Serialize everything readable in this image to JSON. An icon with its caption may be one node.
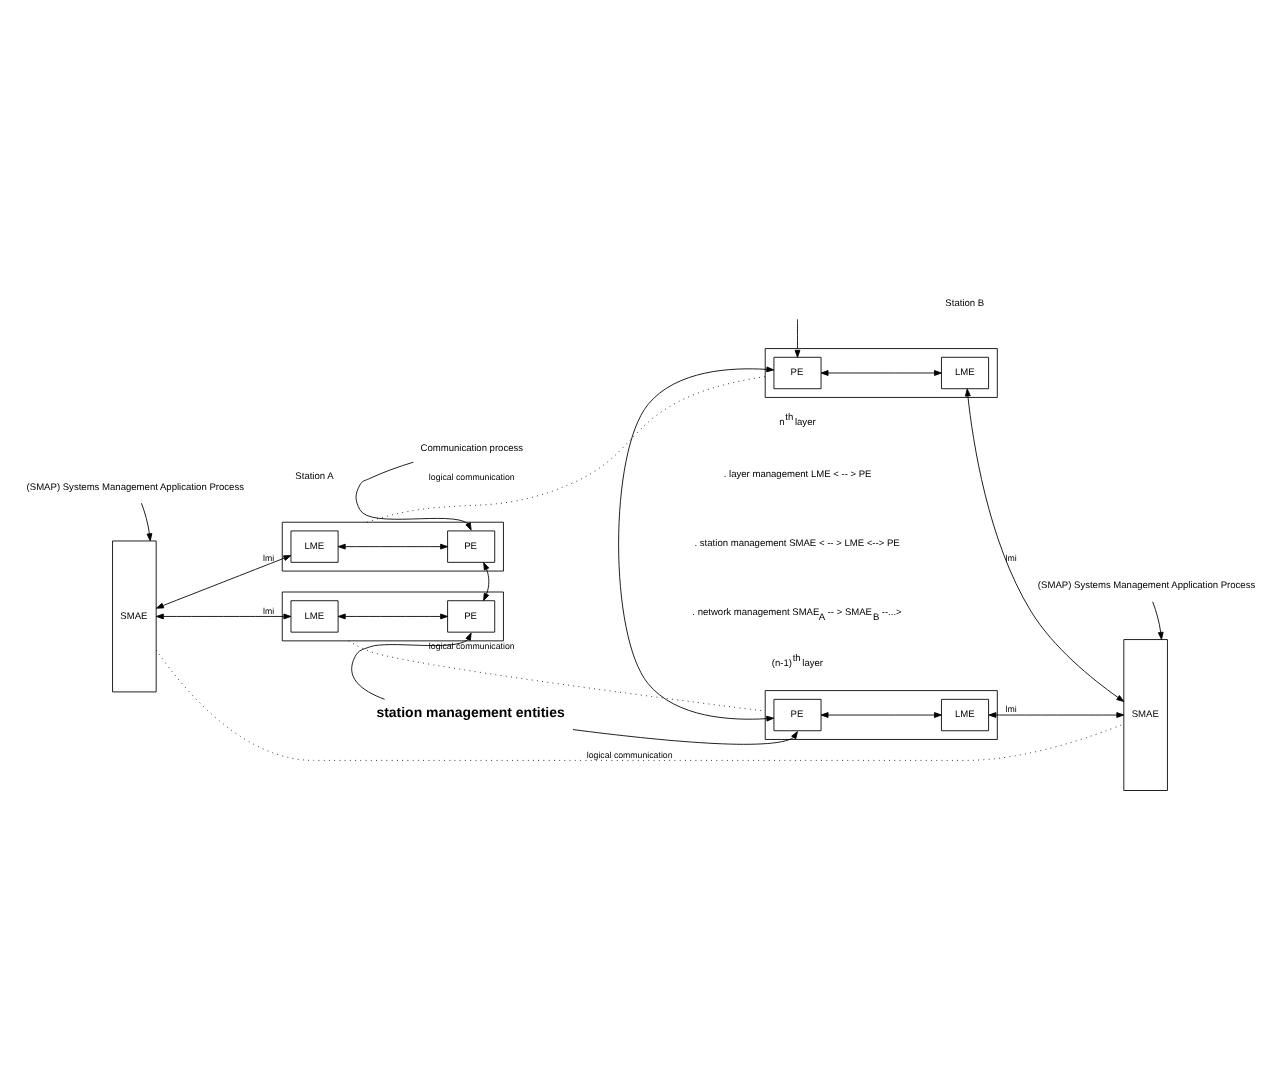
{
  "diagram": {
    "nodes": [
      {
        "text": [
          "(SMAP) Systems Management Application Process"
        ]
      },
      {
        "text": [
          "SMAE"
        ]
      },
      {
        "text": [],
        "shape": "box"
      },
      {
        "text": [
          "LME"
        ],
        "in": 2
      },
      {
        "text": [
          "PE"
        ],
        "in": 2
      },
      {
        "text": [
          "Communication process"
        ]
      },
      {
        "text": [],
        "shape": "box"
      },
      {
        "text": [
          "PE"
        ],
        "in": 6
      },
      {
        "text": [
          "LME"
        ],
        "in": 6
      },
      {
        "text": [
          "SMAE"
        ]
      },
      {
        "text": [
          "(SMAP) Systems Management Application Process"
        ]
      },
      {
        "text": [],
        "shape": "box"
      },
      {
        "text": [
          "LME"
        ],
        "in": 11
      },
      {
        "text": [
          "PE"
        ],
        "in": 11
      },
      {
        "text": [],
        "shape": "box"
      },
      {
        "text": [
          "PE"
        ],
        "in": 14
      },
      {
        "text": [
          "LME"
        ],
        "in": 14
      },
      {
        "text": [
          "station management entities"
        ]
      }
    ],
    "edges": [
      {
        "from": 0,
        "to": 1,
        "arrow": "to"
      },
      {
        "from": 5,
        "to": 4,
        "arrow": "to"
      },
      {
        "from": null,
        "to": 7,
        "arrow": "to"
      },
      {
        "from": 10,
        "to": 9,
        "arrow": "to"
      },
      {
        "from": 1,
        "to": 3,
        "arrow": "both",
        "label": "lmi"
      },
      {
        "from": 3,
        "to": 4,
        "arrow": "both"
      },
      {
        "from": 7,
        "to": 8,
        "arrow": "both"
      },
      {
        "from": 8,
        "to": 9,
        "arrow": "both",
        "label": "lmi"
      },
      {
        "from": 2,
        "to": 6,
        "arrow": "none",
        "style": "dashed",
        "label": "logical communication"
      },
      {
        "from": 4,
        "to": 13,
        "arrow": "both"
      },
      {
        "from": 7,
        "to": 15,
        "arrow": "both"
      },
      {
        "from": 1,
        "to": 12,
        "arrow": "both",
        "label": "lmi"
      },
      {
        "from": 12,
        "to": 13,
        "arrow": "both"
      },
      {
        "from": 15,
        "to": 16,
        "arrow": "both"
      },
      {
        "from": 16,
        "to": 9,
        "arrow": "both",
        "label": "lmi"
      },
      {
        "from": 11,
        "to": 14,
        "arrow": "none",
        "style": "dashed",
        "label": "logical communication"
      },
      {
        "from": 17,
        "to": 13,
        "arrow": "to"
      },
      {
        "from": 17,
        "to": 15,
        "arrow": "to"
      },
      {
        "from": 1,
        "to": 9,
        "arrow": "none",
        "style": "dashed",
        "label": "logical communication"
      }
    ],
    "labels": [
      "Station A",
      "Station B",
      "n$^{th}$ layer",
      "(n-1)$^{th}$ layer",
      ". layer management LME < -- > PE",
      ". station management SMAE < -- > LME <--> PE",
      ". network management SMAE$_{A}$ -- > SMAE$_{B}$ --...>"
    ]
  }
}
